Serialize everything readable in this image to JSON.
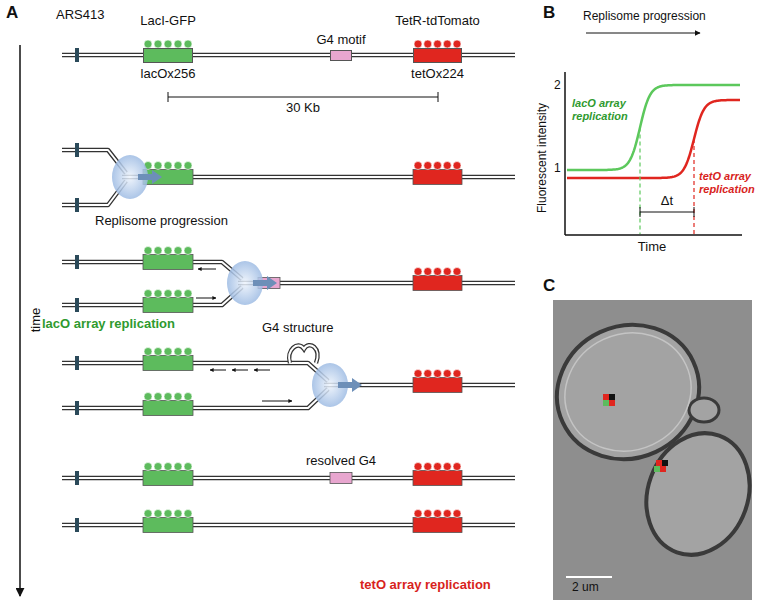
{
  "diagram": {
    "nodes": [
      {
        "text": [
          "LacI-GFP",
          "lacOx256"
        ]
      },
      {
        "text": [
          "G4 motif"
        ]
      },
      {
        "text": [
          "TetR-tdTomato",
          "tetOx224"
        ]
      }
    ],
    "labels": [
      "A",
      "ARS413",
      "30 Kb",
      "time",
      "Replisome progression",
      "lacO array replication",
      "G4 structure",
      "resolved G4",
      "tetO array replication",
      "B",
      "Replisome progression",
      "lacO array replication",
      "tetO array replication",
      "Fluorescent intensity",
      "Time",
      "Δt",
      "2",
      "1",
      "C",
      "2 um"
    ]
  }
}
